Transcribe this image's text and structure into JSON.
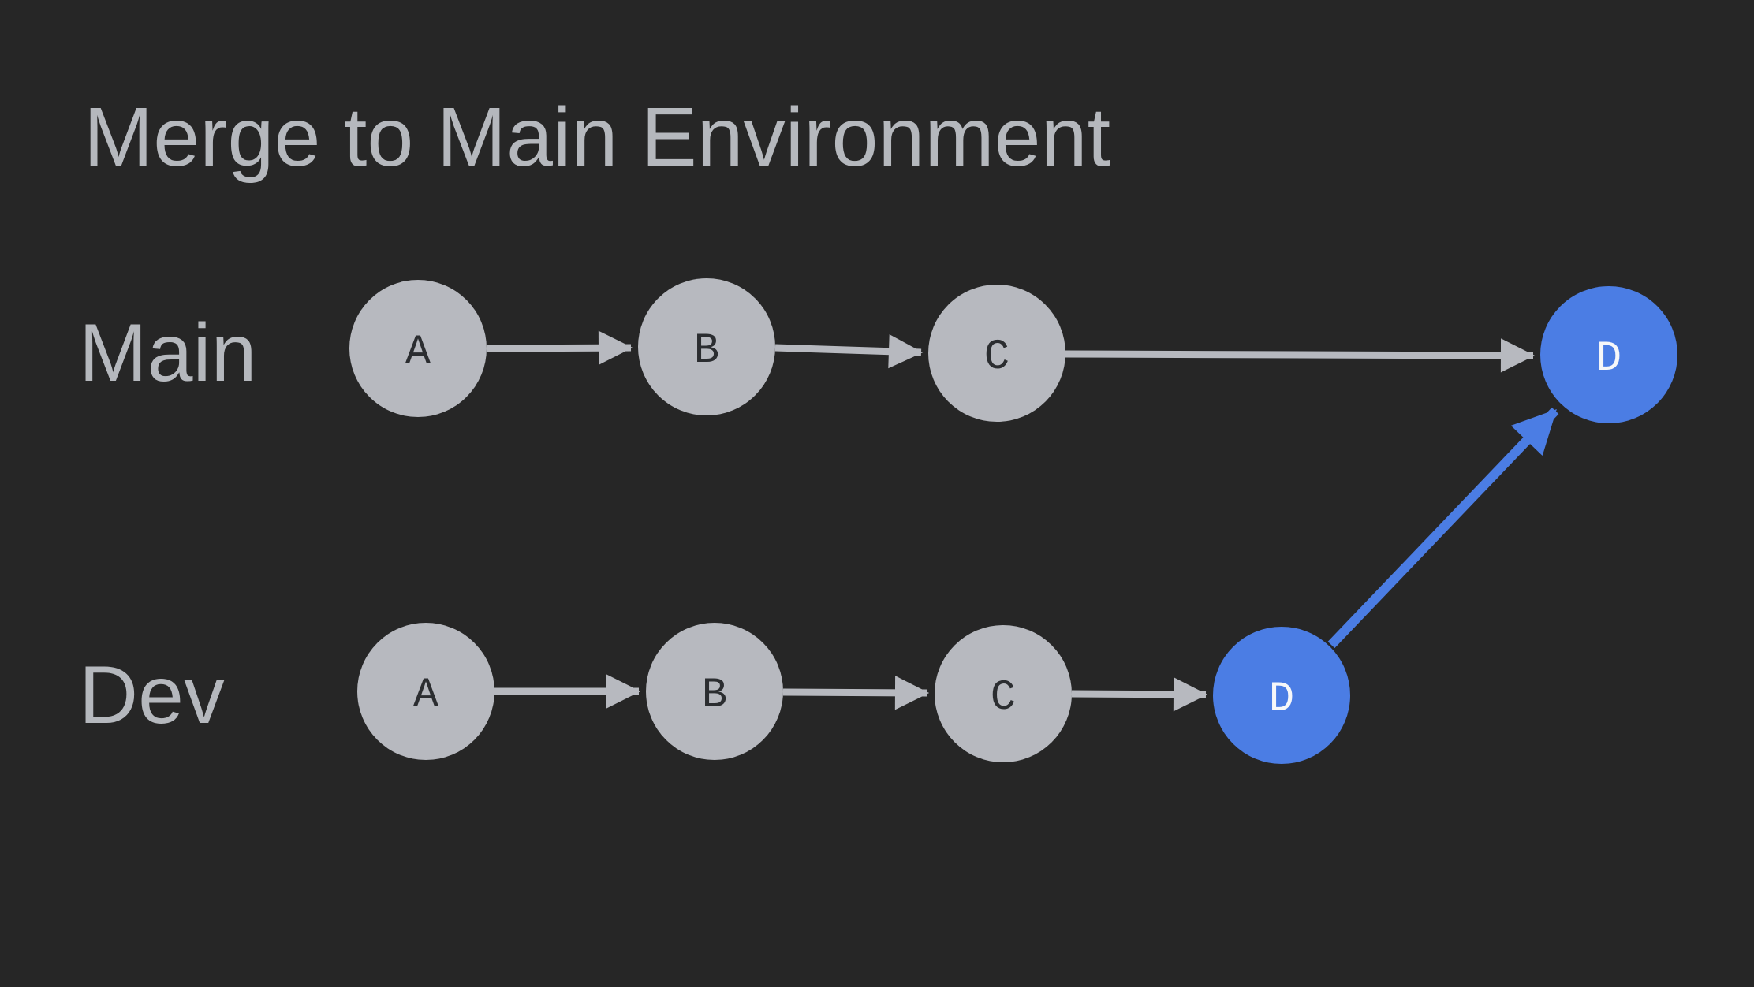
{
  "title": "Merge to Main Environment",
  "colors": {
    "background": "#262626",
    "text_gray": "#b5b8bd",
    "node_gray": "#b7b9bf",
    "arrow_gray": "#b7b9bf",
    "node_text_dark": "#2b2d30",
    "node_text_light": "#f6f7f9",
    "accent_blue": "#4b7de4"
  },
  "branches": [
    {
      "name": "Main",
      "commits": [
        {
          "label": "A",
          "highlighted": false
        },
        {
          "label": "B",
          "highlighted": false
        },
        {
          "label": "C",
          "highlighted": false
        },
        {
          "label": "D",
          "highlighted": true
        }
      ]
    },
    {
      "name": "Dev",
      "commits": [
        {
          "label": "A",
          "highlighted": false
        },
        {
          "label": "B",
          "highlighted": false
        },
        {
          "label": "C",
          "highlighted": false
        },
        {
          "label": "D",
          "highlighted": true
        }
      ]
    }
  ],
  "merge_arrow": {
    "from": "Dev commit D",
    "to": "Main commit D",
    "color": "#4b7de4"
  }
}
